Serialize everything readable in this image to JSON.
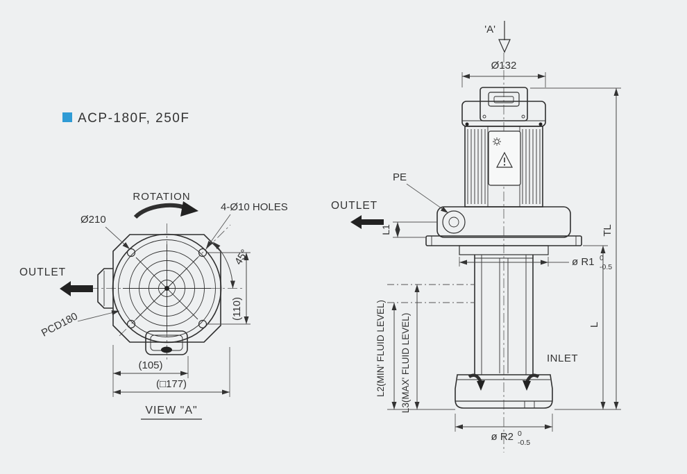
{
  "page": {
    "bg": "#eef0f1",
    "ink": "#333333",
    "accent": "#2f9bd5"
  },
  "title": {
    "bullet": "■",
    "text": "ACP-180F, 250F"
  },
  "view_a": {
    "rotation": "ROTATION",
    "dia": "Ø210",
    "holes": "4-Ø10 HOLES",
    "angle": "45°",
    "outlet": "OUTLET",
    "pcd": "PCD180",
    "h110": "(110)",
    "w105": "(105)",
    "w177": "(□177)",
    "caption": "VIEW \"A\""
  },
  "elevation": {
    "arrow_label": "'A'",
    "dia": "Ø132",
    "pe": "PE",
    "outlet": "OUTLET",
    "l1": "L1",
    "tl": "TL",
    "l": "L",
    "inlet": "INLET",
    "r1_label": "ø R1",
    "r1_tol_hi": "0",
    "r1_tol_lo": "-0.5",
    "r2_label": "ø R2",
    "r2_tol_hi": "0",
    "r2_tol_lo": "-0.5",
    "l2": "L2(MIN' FLUID LEVEL)",
    "l3": "L3(MAX' FLUID LEVEL)"
  }
}
